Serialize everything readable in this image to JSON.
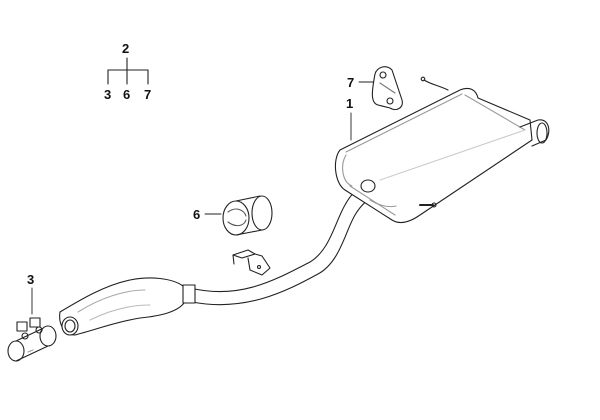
{
  "diagram": {
    "type": "exploded-parts-diagram",
    "subject": "exhaust-system",
    "background": "#ffffff",
    "line_color": "#222222",
    "shade_color": "#bbbbbb"
  },
  "legend_tree": {
    "parent": "2",
    "children": [
      "3",
      "6",
      "7"
    ]
  },
  "callouts": {
    "c1": {
      "label": "1",
      "part": "rear-muffler"
    },
    "c3": {
      "label": "3",
      "part": "pipe-clamp"
    },
    "c6": {
      "label": "6",
      "part": "rubber-ring-mount"
    },
    "c7": {
      "label": "7",
      "part": "rubber-hanger"
    }
  }
}
